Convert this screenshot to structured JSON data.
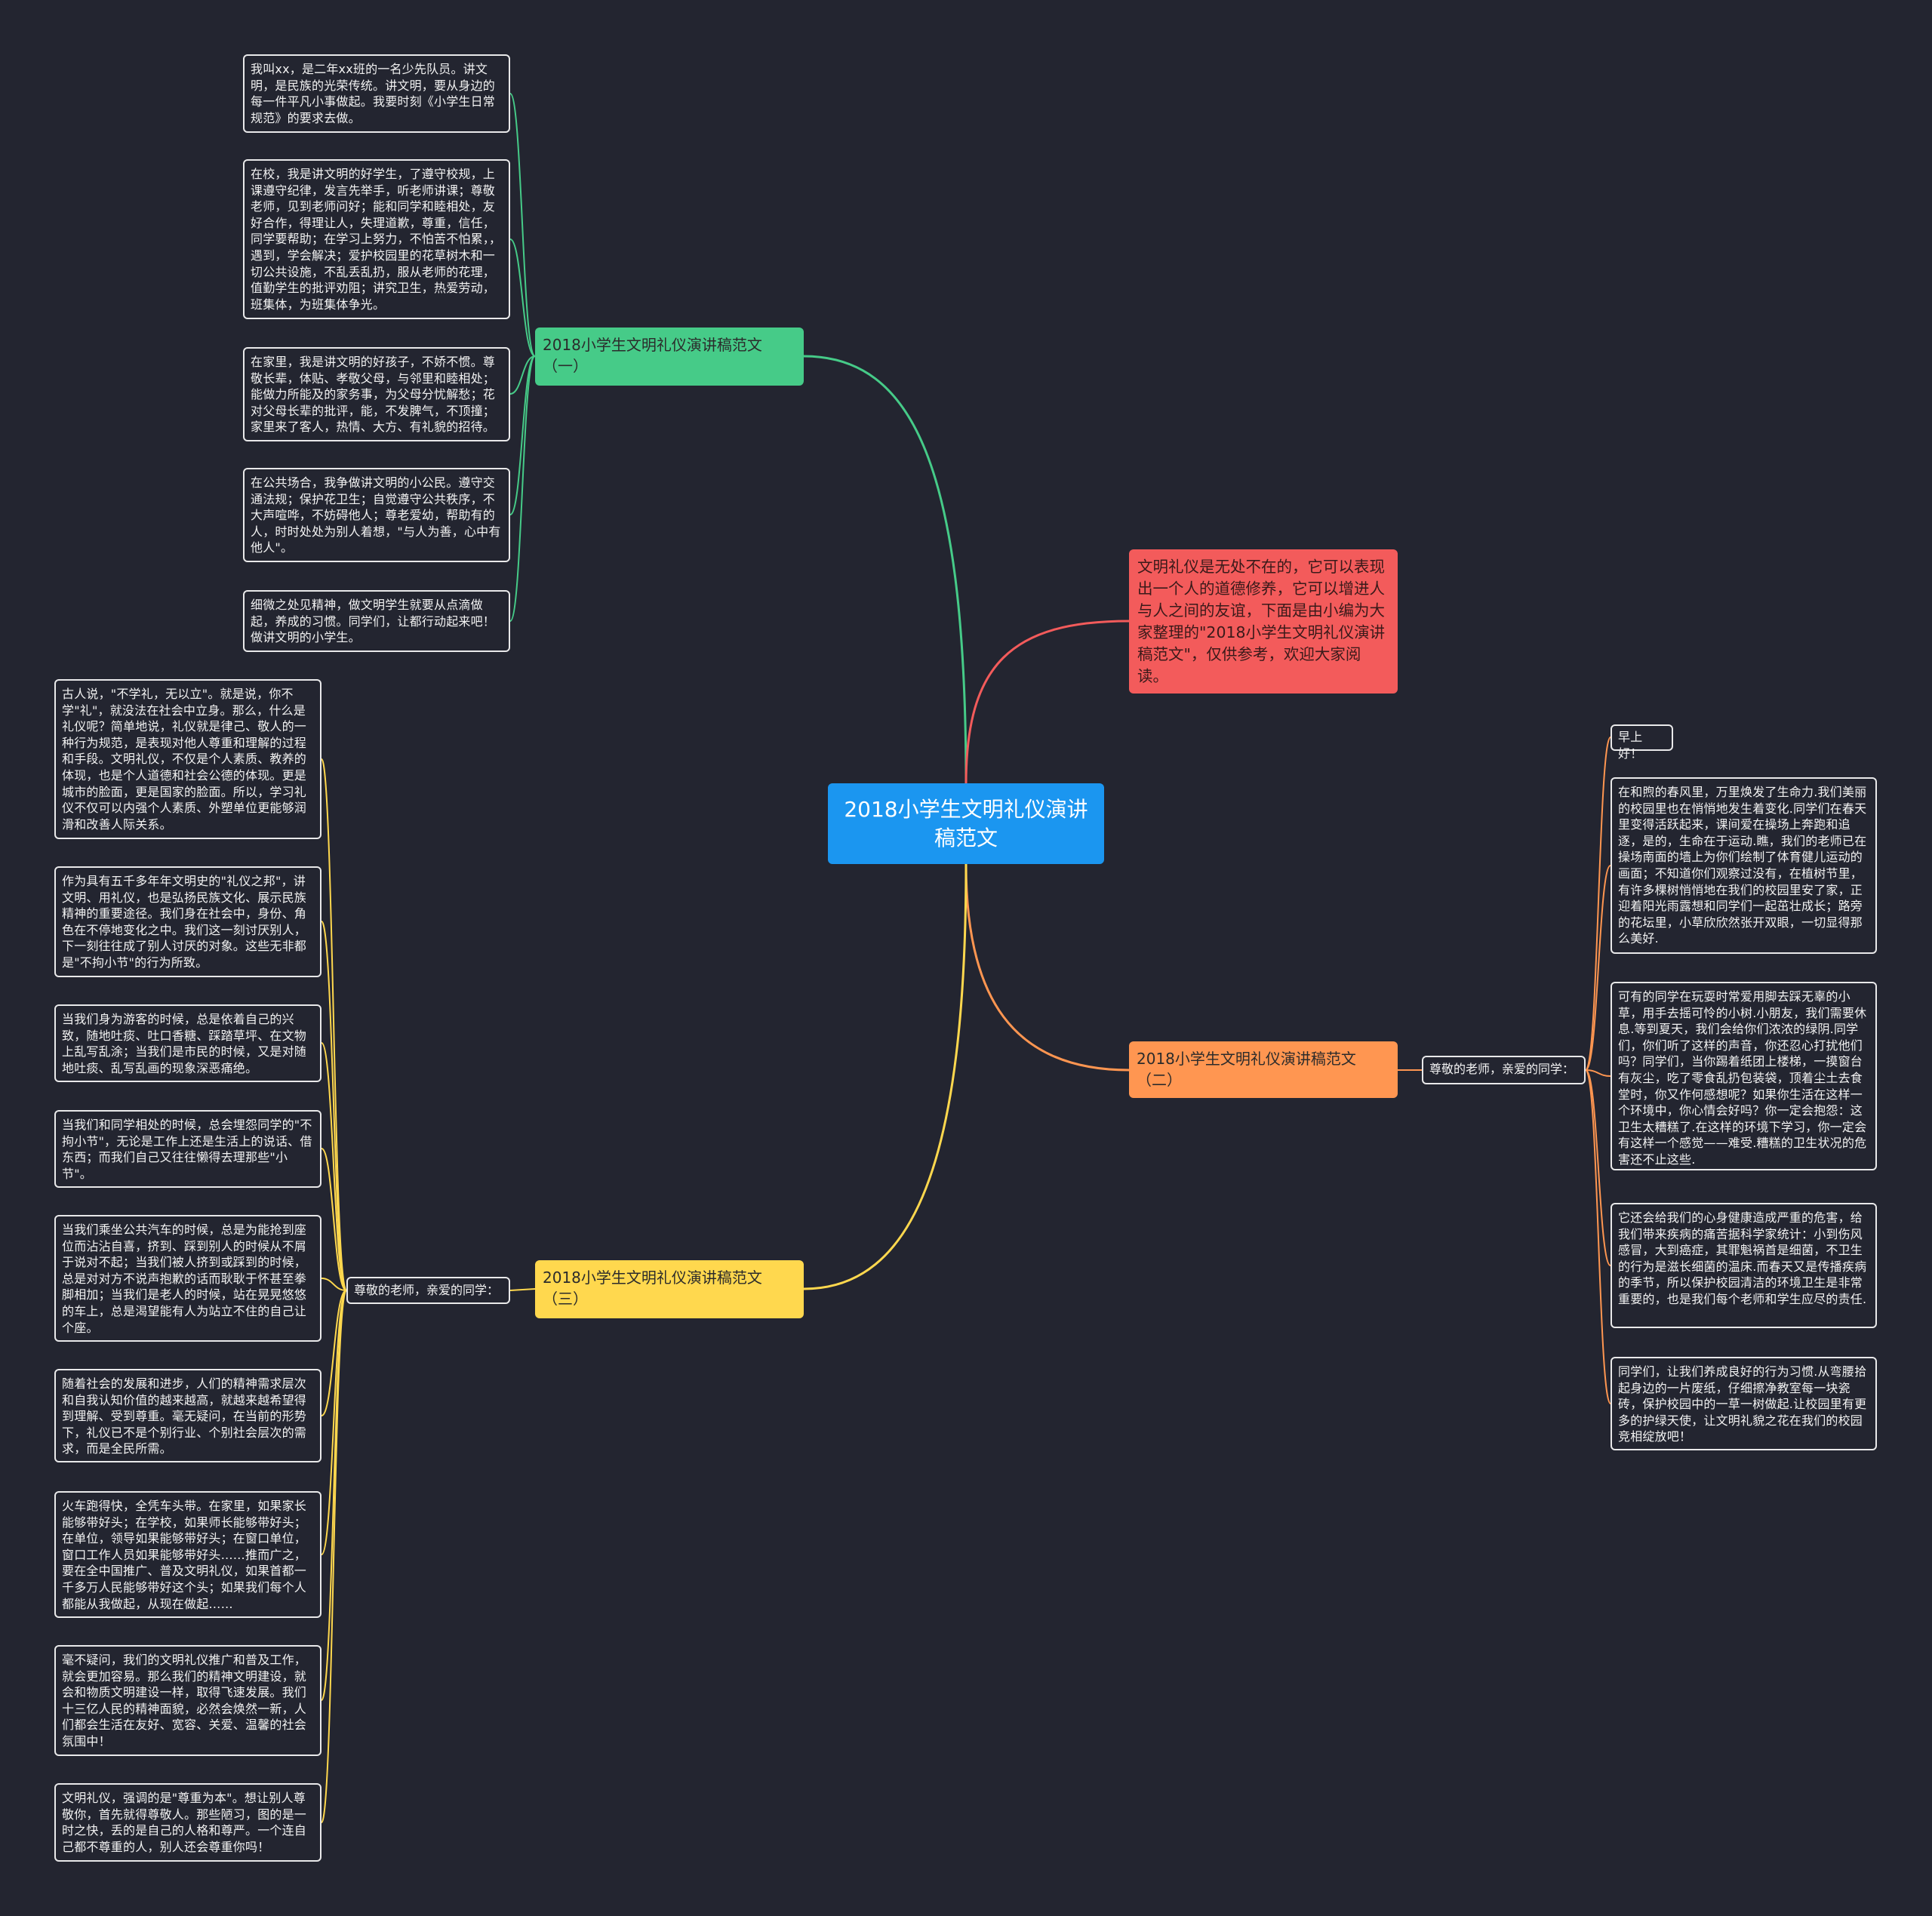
{
  "center": {
    "title": "2018小学生文明礼仪演讲稿范文"
  },
  "intro": {
    "text": "文明礼仪是无处不在的，它可以表现出一个人的道德修养，它可以增进人与人之间的友谊，下面是由小编为大家整理的\"2018小学生文明礼仪演讲稿范文\"，仅供参考，欢迎大家阅读。"
  },
  "colors": {
    "center": "#1b96f0",
    "green": "#46cb88",
    "red": "#f35b5b",
    "orange": "#ff9651",
    "yellow": "#ffd84e",
    "background": "#232530"
  },
  "branch1": {
    "title": "2018小学生文明礼仪演讲稿范文（一）",
    "items": [
      "我叫xx，是二年xx班的一名少先队员。讲文明，是民族的光荣传统。讲文明，要从身边的每一件平凡小事做起。我要时刻《小学生日常规范》的要求去做。",
      "在校，我是讲文明的好学生，了遵守校规，上课遵守纪律，发言先举手，听老师讲课；尊敬老师，见到老师问好；能和同学和睦相处，友好合作，得理让人，失理道歉，尊重，信任，同学要帮助；在学习上努力，不怕苦不怕累，，遇到，学会解决；爱护校园里的花草树木和一切公共设施，不乱丢乱扔，服从老师的花理，值勤学生的批评劝阻；讲究卫生，热爱劳动，班集体，为班集体争光。",
      "在家里，我是讲文明的好孩子，不娇不惯。尊敬长辈，体贴、孝敬父母，与邻里和睦相处；能做力所能及的家务事，为父母分忧解愁；花对父母长辈的批评，能，不发脾气，不顶撞；家里来了客人，热情、大方、有礼貌的招待。",
      "在公共场合，我争做讲文明的小公民。遵守交通法规；保护花卫生；自觉遵守公共秩序，不大声喧哗，不妨碍他人；尊老爱幼，帮助有的人，时时处处为别人着想，\"与人为善，心中有他人\"。",
      "细微之处见精神，做文明学生就要从点滴做起，养成的习惯。同学们，让都行动起来吧！做讲文明的小学生。"
    ]
  },
  "branch2": {
    "title": "2018小学生文明礼仪演讲稿范文（二）",
    "greeting": "尊敬的老师，亲爱的同学：",
    "items": [
      "早上好！",
      "在和煦的春风里，万里焕发了生命力.我们美丽的校园里也在悄悄地发生着变化.同学们在春天里变得活跃起来，课间爱在操场上奔跑和追逐，是的，生命在于运动.瞧，我们的老师已在操场南面的墙上为你们绘制了体育健儿运动的画面；不知道你们观察过没有，在植树节里，有许多棵树悄悄地在我们的校园里安了家，正迎着阳光雨露想和同学们一起茁壮成长；路旁的花坛里，小草欣欣然张开双眼，一切显得那么美好.",
      "可有的同学在玩耍时常爱用脚去踩无辜的小草，用手去摇可怜的小树.小朋友，我们需要休息.等到夏天，我们会给你们浓浓的绿阴.同学们，你们听了这样的声音，你还忍心打扰他们吗？同学们，当你踢着纸团上楼梯，一摸窗台有灰尘，吃了零食乱扔包装袋，顶着尘土去食堂时，你又作何感想呢？如果你生活在这样一个环境中，你心情会好吗？你一定会抱怨：这卫生太糟糕了.在这样的环境下学习，你一定会有这样一个感觉——难受.糟糕的卫生状况的危害还不止这些.",
      "它还会给我们的心身健康造成严重的危害，给我们带来疾病的痛苦据科学家统计：小到伤风感冒，大到癌症，其罪魁祸首是细菌，不卫生的行为是滋长细菌的温床.而春天又是传播疾病的季节，所以保护校园清洁的环境卫生是非常重要的，也是我们每个老师和学生应尽的责任.",
      "同学们，让我们养成良好的行为习惯.从弯腰拾起身边的一片废纸，仔细擦净教室每一块瓷砖，保护校园中的一草一树做起.让校园里有更多的护绿天使，让文明礼貌之花在我们的校园竞相绽放吧！"
    ]
  },
  "branch3": {
    "title": "2018小学生文明礼仪演讲稿范文（三）",
    "greeting": "尊敬的老师，亲爱的同学：",
    "items": [
      "古人说，\"不学礼，无以立\"。就是说，你不学\"礼\"，就没法在社会中立身。那么，什么是礼仪呢？简单地说，礼仪就是律己、敬人的一种行为规范，是表现对他人尊重和理解的过程和手段。文明礼仪，不仅是个人素质、教养的体现，也是个人道德和社会公德的体现。更是城市的脸面，更是国家的脸面。所以，学习礼仪不仅可以内强个人素质、外塑单位更能够润滑和改善人际关系。",
      "作为具有五千多年年文明史的\"礼仪之邦\"，讲文明、用礼仪，也是弘扬民族文化、展示民族精神的重要途径。我们身在社会中，身份、角色在不停地变化之中。我们这一刻讨厌别人，下一刻往往成了别人讨厌的对象。这些无非都是\"不拘小节\"的行为所致。",
      "当我们身为游客的时候，总是依着自己的兴致，随地吐痰、吐口香糖、踩踏草坪、在文物上乱写乱涂；当我们是市民的时候，又是对随地吐痰、乱写乱画的现象深恶痛绝。",
      "当我们和同学相处的时候，总会埋怨同学的\"不拘小节\"，无论是工作上还是生活上的说话、借东西；而我们自己又往往懒得去理那些\"小节\"。",
      "当我们乘坐公共汽车的时候，总是为能抢到座位而沾沾自喜，挤到、踩到别人的时候从不屑于说对不起；当我们被人挤到或踩到的时候，总是对对方不说声抱歉的话而耿耿于怀甚至拳脚相加；当我们是老人的时候，站在晃晃悠悠的车上，总是渴望能有人为站立不住的自己让个座。",
      "随着社会的发展和进步，人们的精神需求层次和自我认知价值的越来越高，就越来越希望得到理解、受到尊重。毫无疑问，在当前的形势下，礼仪已不是个别行业、个别社会层次的需求，而是全民所需。",
      "火车跑得快，全凭车头带。在家里，如果家长能够带好头；在学校，如果师长能够带好头；在单位，领导如果能够带好头；在窗口单位，窗口工作人员如果能够带好头……推而广之，要在全中国推广、普及文明礼仪，如果首都一千多万人民能够带好这个头；如果我们每个人都能从我做起，从现在做起……",
      "毫不疑问，我们的文明礼仪推广和普及工作，就会更加容易。那么我们的精神文明建设，就会和物质文明建设一样，取得飞速发展。我们十三亿人民的精神面貌，必然会焕然一新，人们都会生活在友好、宽容、关爱、温馨的社会氛围中！",
      "文明礼仪，强调的是\"尊重为本\"。想让别人尊敬你，首先就得尊敬人。那些陋习，图的是一时之快，丢的是自己的人格和尊严。一个连自己都不尊重的人，别人还会尊重你吗！"
    ]
  }
}
